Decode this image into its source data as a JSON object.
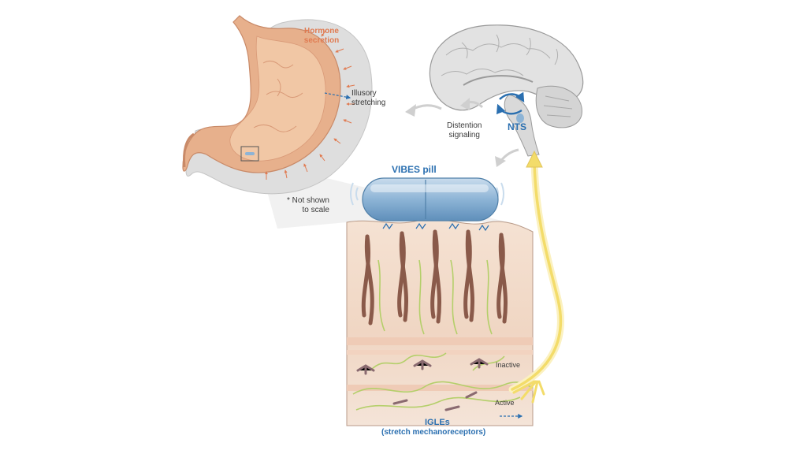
{
  "labels": {
    "hormone_line1": "Hormone",
    "hormone_line2": "secretion",
    "illusory_line1": "Illusory",
    "illusory_line2": "stretching",
    "distention_line1": "Distention",
    "distention_line2": "signaling",
    "nts": "NTS",
    "vibes_pill": "VIBES pill",
    "scale_line1": "* Not shown",
    "scale_line2": "to scale",
    "inactive": "Inactive",
    "active": "Active",
    "igles": "IGLEs",
    "igles_sub": "(stretch mechanoreceptors)"
  },
  "colors": {
    "stomach_outer": "#e7b08c",
    "stomach_inner": "#f1c7a5",
    "stomach_shadow": "#d6d6d6",
    "brain": "#d9d9d9",
    "pill": "#8db4d6",
    "nerve": "#f6e27a",
    "tissue": "#f3ddcc",
    "villi": "#8a5a4a",
    "fiber": "#b4cf6a",
    "accent_blue": "#2a6fb0",
    "accent_orange": "#e07a50"
  }
}
